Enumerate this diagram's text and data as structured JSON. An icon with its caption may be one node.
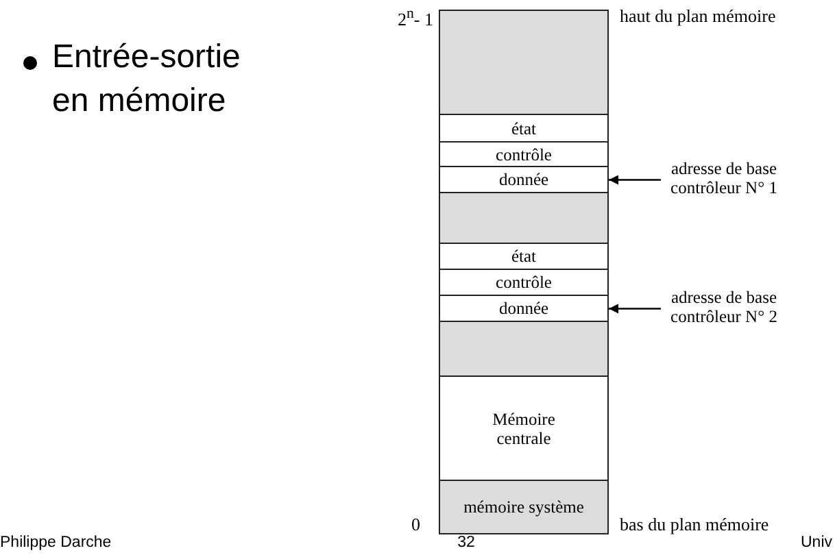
{
  "diagram": {
    "title": "Entrée-sortie en mémoire",
    "nodes": [
      {
        "text": [],
        "shape": "box"
      },
      {
        "text": [
          "état"
        ]
      },
      {
        "text": [
          "contrôle"
        ]
      },
      {
        "text": [
          "donnée"
        ]
      },
      {
        "text": [],
        "shape": "box"
      },
      {
        "text": [
          "état"
        ]
      },
      {
        "text": [
          "contrôle"
        ]
      },
      {
        "text": [
          "donnée"
        ]
      },
      {
        "text": [],
        "shape": "box"
      },
      {
        "text": [
          "Mémoire centrale"
        ]
      },
      {
        "text": [
          "mémoire système"
        ]
      },
      {
        "text": [
          "adresse de base contrôleur N° 1"
        ]
      },
      {
        "text": [
          "adresse de base contrôleur N° 2"
        ]
      }
    ],
    "edges": [
      {
        "from": 11,
        "to": 3,
        "arrow": "to"
      },
      {
        "from": 12,
        "to": 7,
        "arrow": "to"
      }
    ],
    "labels": [
      "2$^{n}$- 1",
      "haut du plan mémoire",
      "0",
      "bas du plan mémoire",
      "Philippe Darche",
      "32",
      "Univ"
    ]
  }
}
